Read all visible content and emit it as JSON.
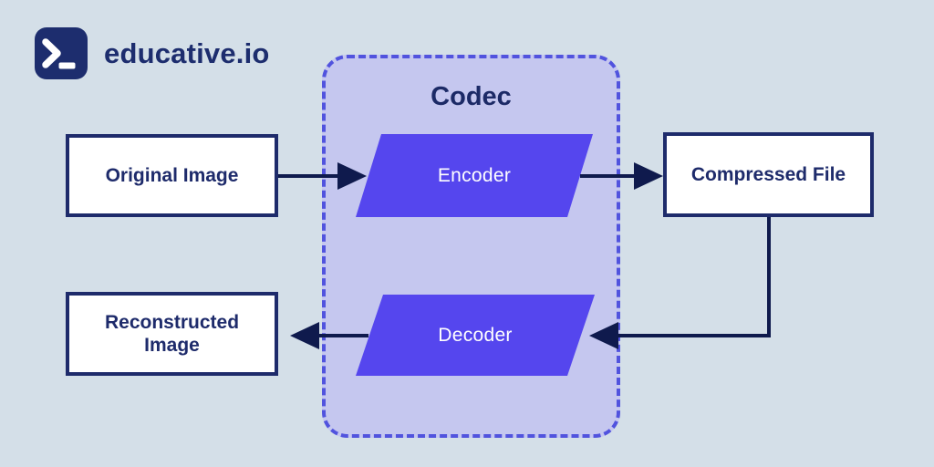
{
  "logo": {
    "brand": "educative.io",
    "icon": "terminal-prompt-icon"
  },
  "diagram": {
    "title": "Codec",
    "nodes": {
      "original_image": {
        "label": "Original Image",
        "shape": "rectangle"
      },
      "encoder": {
        "label": "Encoder",
        "shape": "parallelogram"
      },
      "compressed_file": {
        "label": "Compressed File",
        "shape": "rectangle"
      },
      "decoder": {
        "label": "Decoder",
        "shape": "parallelogram"
      },
      "reconstructed_image": {
        "label_line1": "Reconstructed",
        "label_line2": "Image",
        "shape": "rectangle"
      }
    },
    "edges": [
      {
        "from": "original_image",
        "to": "encoder"
      },
      {
        "from": "encoder",
        "to": "compressed_file"
      },
      {
        "from": "compressed_file",
        "to": "decoder"
      },
      {
        "from": "decoder",
        "to": "reconstructed_image"
      }
    ]
  },
  "colors": {
    "background": "#d4dfe8",
    "codec_fill": "#c5c7ef",
    "codec_border": "#5153de",
    "parallelogram_fill": "#5546ee",
    "node_border": "#1e2b6b",
    "node_fill": "#ffffff",
    "text_navy": "#1c2a66",
    "arrow": "#0f1a4d",
    "logo_bg": "#1d2d6e"
  }
}
